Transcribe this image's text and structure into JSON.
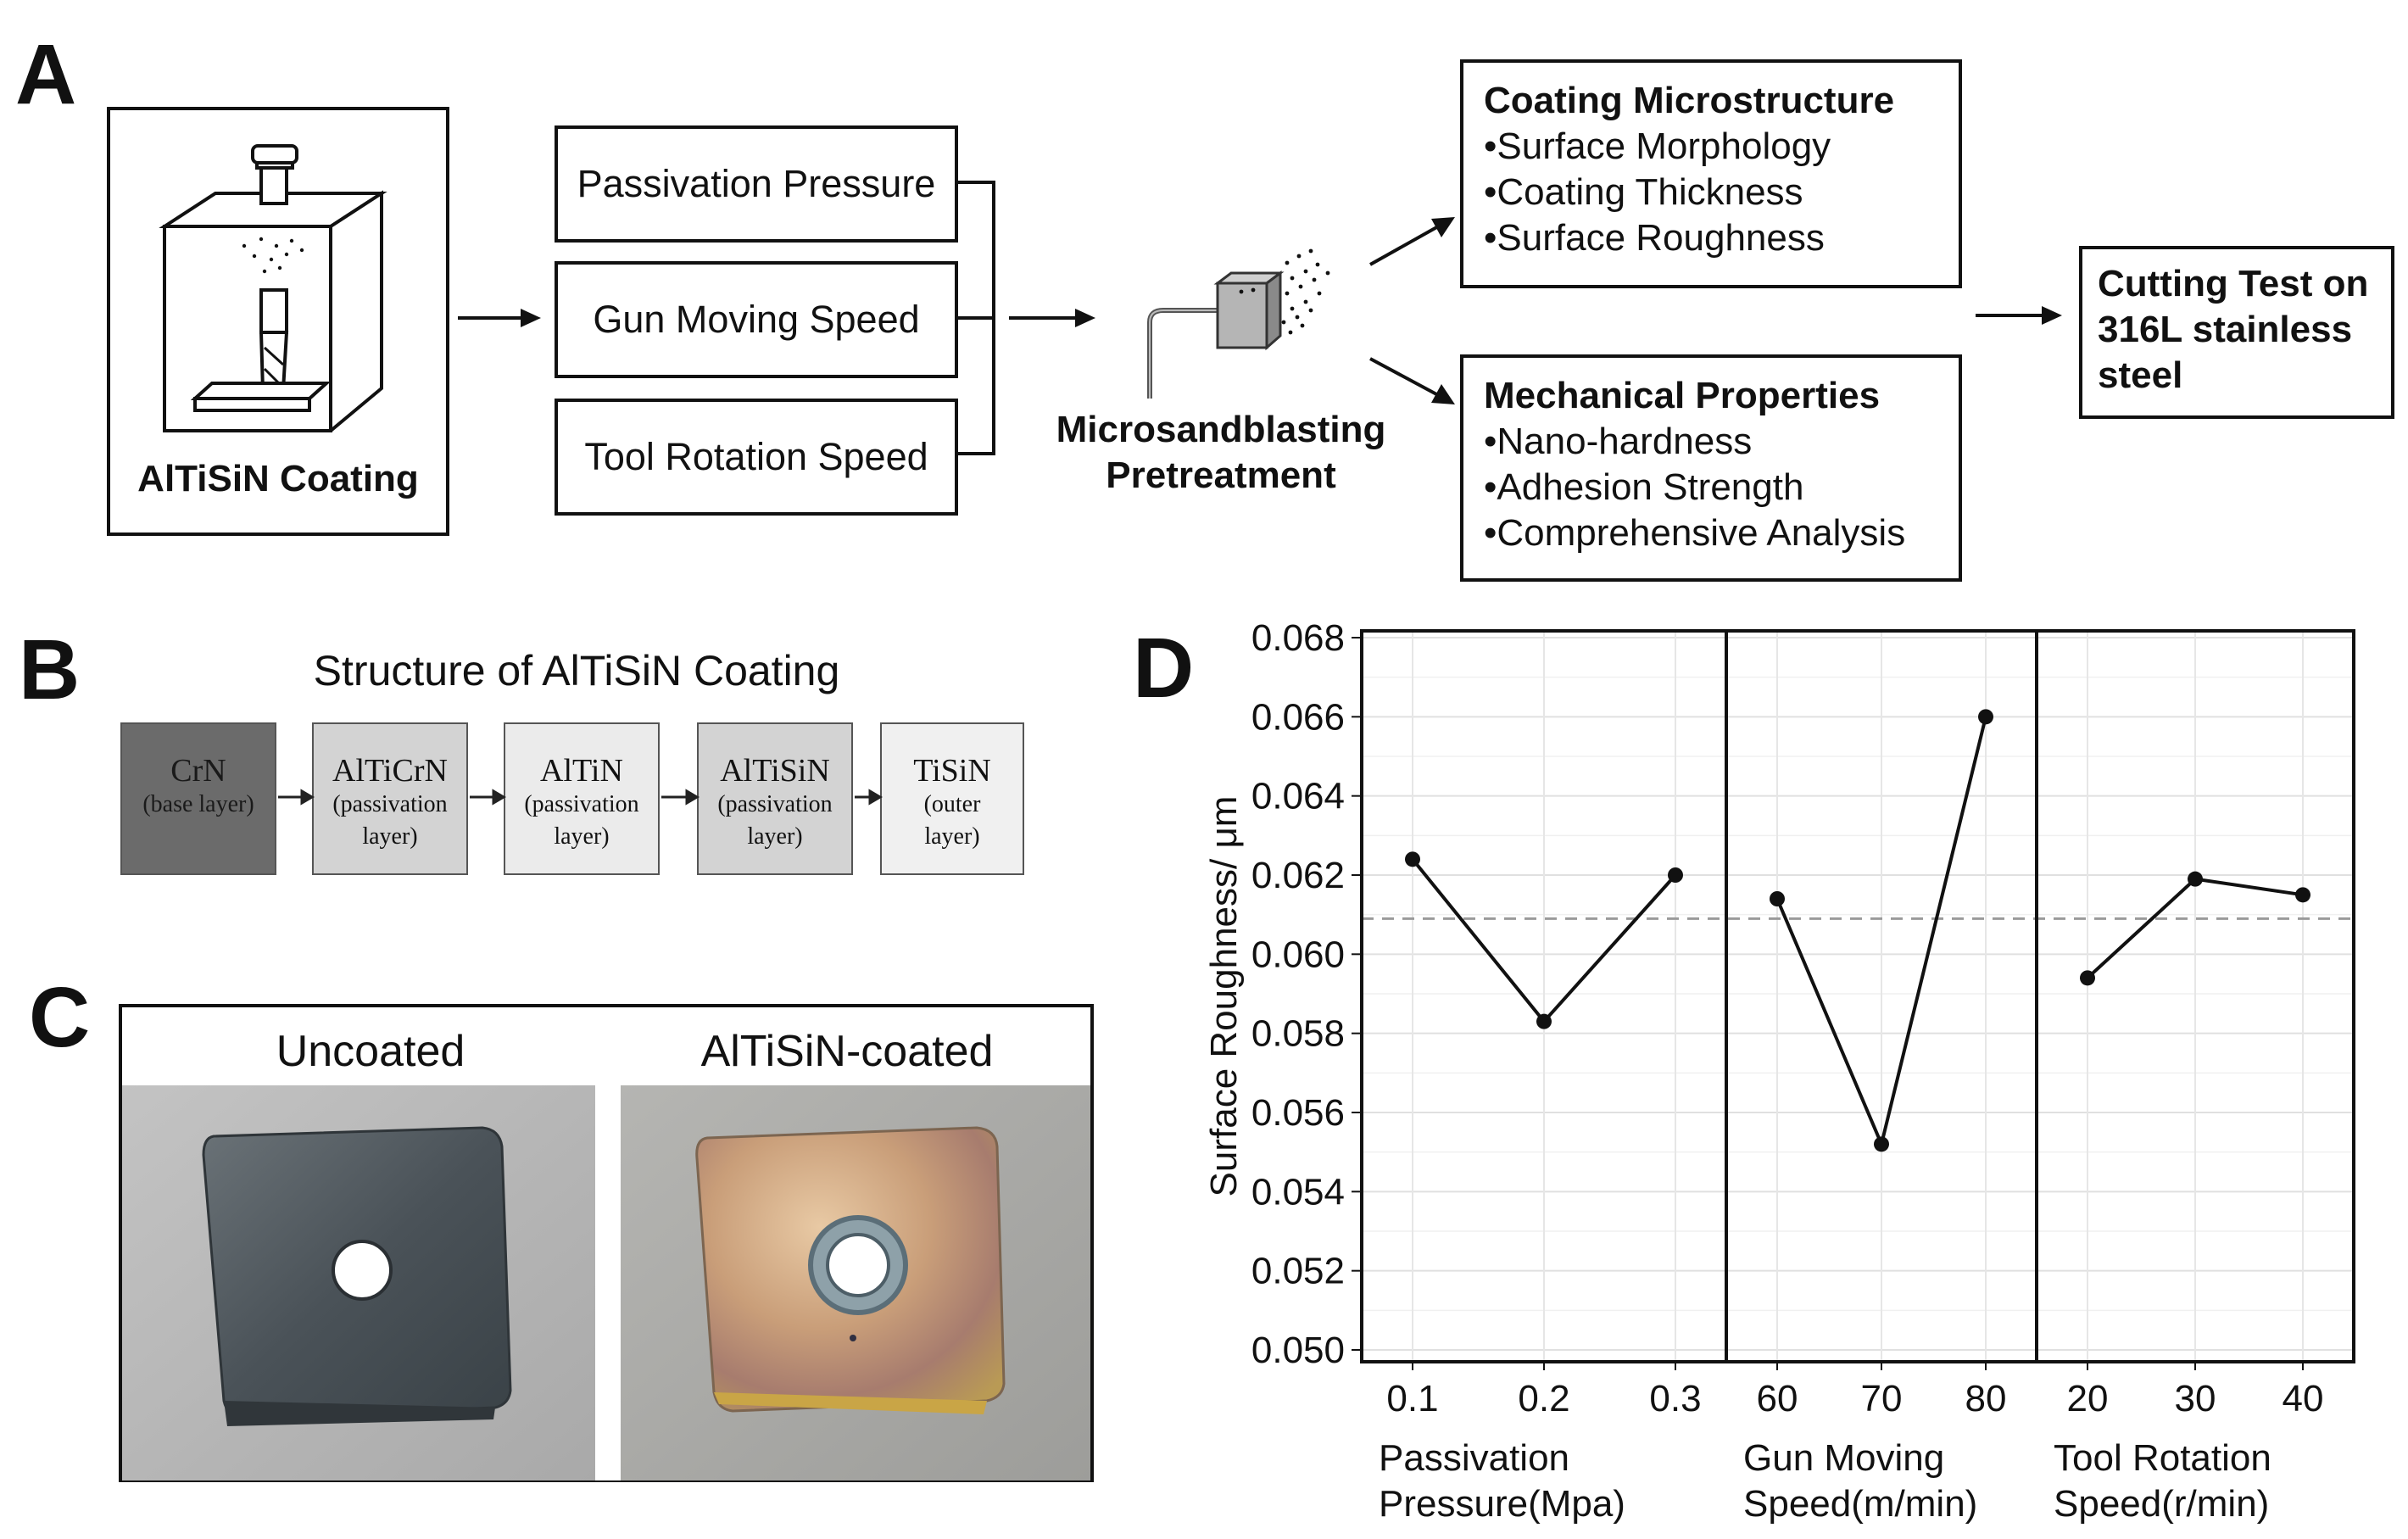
{
  "panels": {
    "a": {
      "letter": "A",
      "coating_label": "AlTiSiN Coating",
      "parameters": [
        "Passivation Pressure",
        "Gun Moving Speed",
        "Tool Rotation Speed"
      ],
      "pretreatment": {
        "line1": "Microsandblasting",
        "line2": "Pretreatment"
      },
      "microstructure": {
        "title": "Coating Microstructure",
        "items": [
          "•Surface Morphology",
          "•Coating Thickness",
          "•Surface Roughness"
        ]
      },
      "mechanical": {
        "title": "Mechanical Properties",
        "items": [
          "•Nano-hardness",
          "•Adhesion Strength",
          "•Comprehensive Analysis"
        ]
      },
      "cutting_test": {
        "line1": "Cutting Test on",
        "line2": "316L stainless",
        "line3": "steel"
      }
    },
    "b": {
      "letter": "B",
      "title": "Structure of AlTiSiN Coating",
      "layers": [
        {
          "name": "CrN",
          "desc1": "(base layer)",
          "desc2": "",
          "shade": "#6b6b6b"
        },
        {
          "name": "AlTiCrN",
          "desc1": "(passivation",
          "desc2": "layer)",
          "shade": "#d3d3d3"
        },
        {
          "name": "AlTiN",
          "desc1": "(passivation",
          "desc2": "layer)",
          "shade": "#ebebeb"
        },
        {
          "name": "AlTiSiN",
          "desc1": "(passivation",
          "desc2": "layer)",
          "shade": "#d3d3d3"
        },
        {
          "name": "TiSiN",
          "desc1": "(outer",
          "desc2": "layer)",
          "shade": "#f0f0f0"
        }
      ]
    },
    "c": {
      "letter": "C",
      "left_label": "Uncoated",
      "right_label": "AlTiSiN-coated"
    },
    "d": {
      "letter": "D"
    }
  },
  "chart_data": {
    "type": "line",
    "ylabel": "Surface Roughness/ μm",
    "ylim": [
      0.05,
      0.068
    ],
    "yticks": [
      "0.050",
      "0.052",
      "0.054",
      "0.056",
      "0.058",
      "0.060",
      "0.062",
      "0.064",
      "0.066",
      "0.068"
    ],
    "mean_line": 0.0609,
    "grid": true,
    "facets": [
      {
        "xlabel_line1": "Passivation",
        "xlabel_line2": "Pressure(Mpa)",
        "x": [
          "0.1",
          "0.2",
          "0.3"
        ],
        "values": [
          0.0624,
          0.0583,
          0.062
        ]
      },
      {
        "xlabel_line1": "Gun Moving",
        "xlabel_line2": "Speed(m/min)",
        "x": [
          "60",
          "70",
          "80"
        ],
        "values": [
          0.0614,
          0.0552,
          0.066
        ]
      },
      {
        "xlabel_line1": "Tool Rotation",
        "xlabel_line2": "Speed(r/min)",
        "x": [
          "20",
          "30",
          "40"
        ],
        "values": [
          0.0594,
          0.0619,
          0.0615
        ]
      }
    ]
  }
}
